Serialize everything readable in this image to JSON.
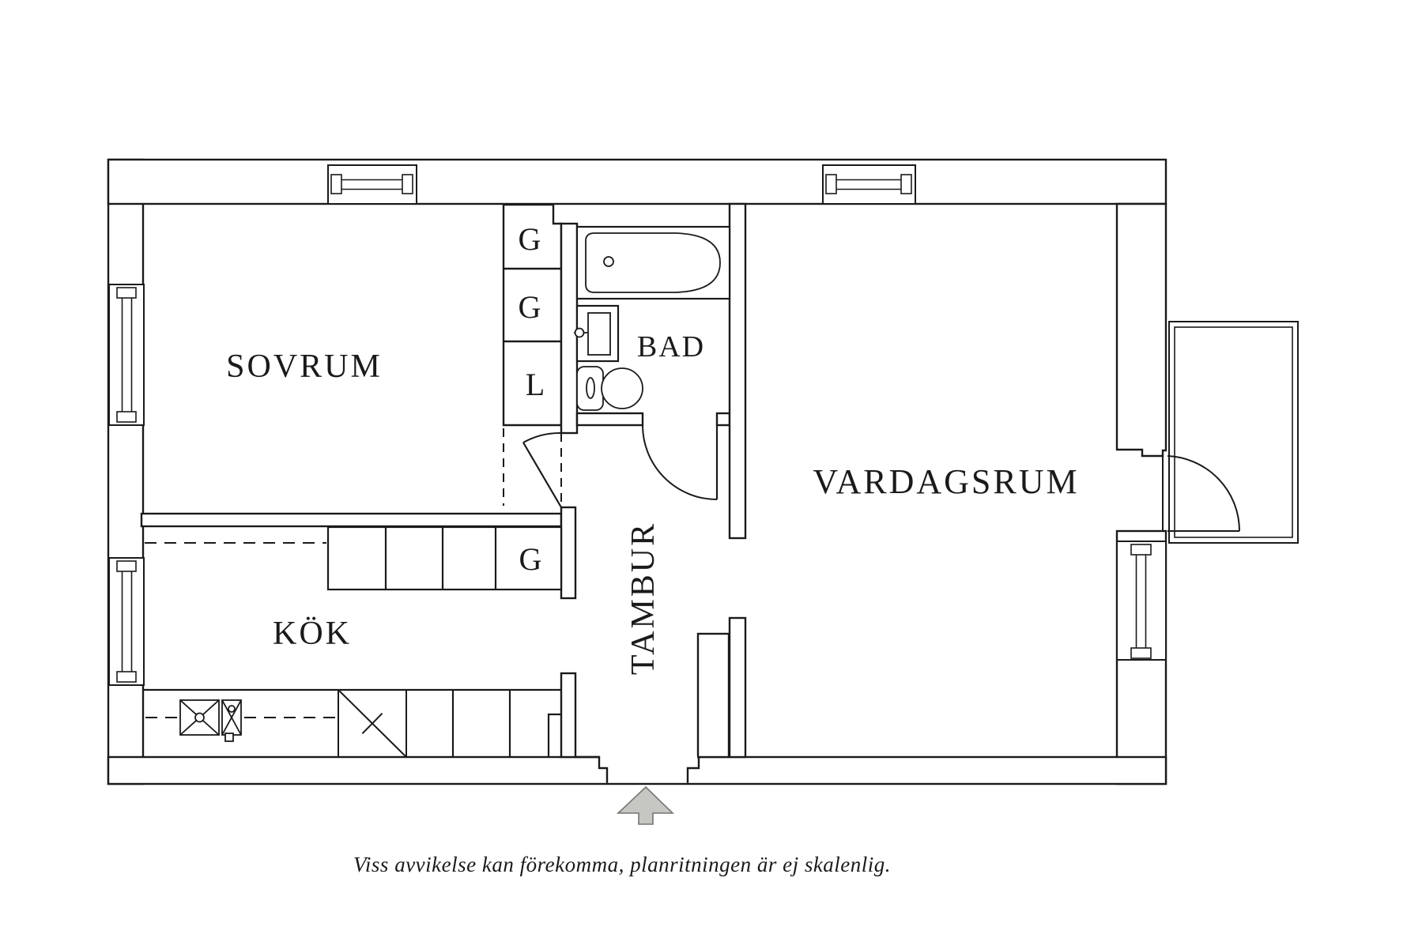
{
  "plan": {
    "rooms": {
      "sovrum": {
        "label": "SOVRUM"
      },
      "kok": {
        "label": "KÖK"
      },
      "bad": {
        "label": "BAD"
      },
      "tambur": {
        "label": "TAMBUR"
      },
      "vardagsrum": {
        "label": "VARDAGSRUM"
      }
    },
    "closets": {
      "sovrum_top": "G",
      "sovrum_mid": "G",
      "sovrum_low": "L",
      "kitchen": "G"
    },
    "caption": "Viss avvikelse kan förekomma, planritningen är ej skalenlig.",
    "icons": {
      "entry_arrow": "entry-direction-arrow"
    },
    "colors": {
      "line": "#1a1a1a",
      "background": "#ffffff",
      "arrow_fill": "#c6c6c2",
      "arrow_stroke": "#757572"
    }
  }
}
